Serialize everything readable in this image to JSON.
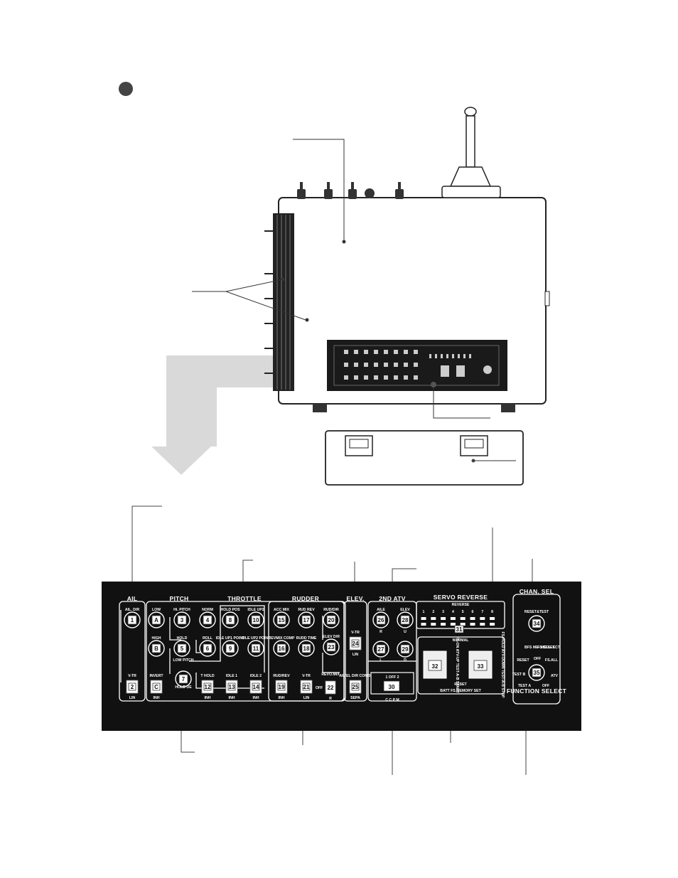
{
  "colors": {
    "panel": "#111111",
    "ink": "#222222",
    "arrow": "#d9d9d9",
    "paper": "#ffffff"
  },
  "sections": {
    "ail": "AIL",
    "pitch": "PITCH",
    "throttle": "THROTTLE",
    "rudder": "RUDDER",
    "elev": "ELEV.",
    "atv2": "2ND ATV",
    "servo_reverse": "SERVO REVERSE",
    "reverse": "REVERSE",
    "normal": "NORMAL",
    "chan_sel": "CHAN. SEL",
    "function_select": "FUNCTION SELECT",
    "ccpm": "C C P M"
  },
  "switches": {
    "s1": "1",
    "s1_label": "AIL. D/R",
    "s2": "2",
    "s2_top": "V-TR",
    "s2_bottom": "LIN",
    "sA": "A",
    "sA_label": "LOW",
    "sB": "B",
    "sB_label": "HIGH",
    "sC": "C",
    "sC_top": "INVERT",
    "sC_bottom": "INH",
    "s3": "3",
    "s3_label": "Hi. PITCH",
    "s4": "4",
    "s4_label": "NORM",
    "s5": "5",
    "s5_label": "HOLD",
    "s6": "6",
    "s6_label": "ROLL",
    "s7": "7",
    "s7_label": "HOLD DE",
    "low_pitch": "LOW PITCH",
    "s8": "8",
    "s8_label": "HOLD POS",
    "s9": "9",
    "s9_label": "IDLE UP1 POINT",
    "s10": "10",
    "s10_label": "IDLE UP2",
    "s11": "11",
    "s11_label": "IDLE UP2 POINT",
    "s12": "12",
    "s12_top": "T HOLD",
    "s12_bottom": "INH",
    "s13": "13",
    "s13_top": "IDLE 1",
    "s13_bottom": "INH",
    "s14": "14",
    "s14_top": "IDLE 2",
    "s14_bottom": "INH",
    "s15": "15",
    "s15_label": "ACC MIX",
    "s16": "16",
    "s16_label": "REVMIX COMP",
    "s17": "17",
    "s17_label": "RUD REV",
    "s18": "18",
    "s18_label": "RUDD TIME",
    "s19": "19",
    "s19_top": "RUD/REV",
    "s19_bottom": "INH",
    "s20": "20",
    "s20_label": "RUD/D/R",
    "s21": "21",
    "s21_top": "V-TR",
    "s21_bottom": "LIN",
    "s22": "22",
    "s22_top": "REVO.MIX",
    "s22_off": "OFF",
    "s22_r": "R",
    "s23": "23",
    "s23_label": "ELEV D/R",
    "s24": "24",
    "s24_top": "V-TR",
    "s24_bottom": "LIN",
    "s25": "25",
    "s25_top": "AIL/EL D/R COMBI",
    "s25_bottom": "SEPA",
    "s26": "26",
    "s26_label": "AILE",
    "s26_sub": "R",
    "s27": "27",
    "s27_sub": "L",
    "s28": "28",
    "s28_label": "ELEV",
    "s28_sub": "U",
    "s29": "29",
    "s29_sub": "D",
    "s30": "30",
    "s30_scale": "1   OFF   2",
    "s31": "31",
    "s32": "32",
    "s32_label": "FS-ON ATV-UP TEST-A-B START",
    "s33": "33",
    "s33_label": "FS-HOLD ATV-DOWN TEST-A-B STOP",
    "reset_bar": "RESET",
    "batt_bar": "BATT FS.MEMORY SET",
    "s34": "34",
    "s34_top": "RESET&TEST",
    "s35": "35",
    "s35_q1": "BFS ME- MO SET",
    "s35_q2": "FS SEL- ECT",
    "s35_reset": "RESET",
    "s35_off1": "OFF",
    "s35_fsall": "FS.ALL",
    "s35_testb": "TEST B",
    "s35_testa": "TEST A",
    "s35_off2": "OFF",
    "s35_atv": "ATV"
  },
  "servo_channels": [
    "1",
    "2",
    "3",
    "4",
    "5",
    "6",
    "7",
    "8"
  ]
}
